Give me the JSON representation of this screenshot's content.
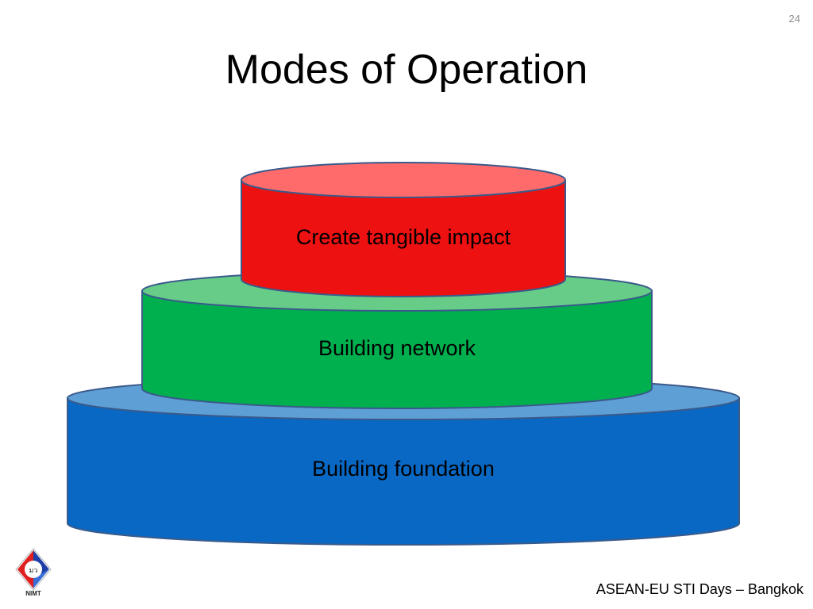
{
  "slide": {
    "page_number": "24",
    "title": "Modes of Operation",
    "footer": "ASEAN-EU STI Days – Bangkok",
    "logo_text": "NIMT",
    "logo_mark": "มว"
  },
  "diagram": {
    "layers": [
      {
        "label": "Create tangible impact",
        "side_color": "#ee1111",
        "top_color": "#ff6b6b"
      },
      {
        "label": "Building network",
        "side_color": "#00b04f",
        "top_color": "#66cc88"
      },
      {
        "label": "Building foundation",
        "side_color": "#0868c4",
        "top_color": "#5e9fd6"
      }
    ],
    "stroke_color": "#3a5a8a"
  }
}
